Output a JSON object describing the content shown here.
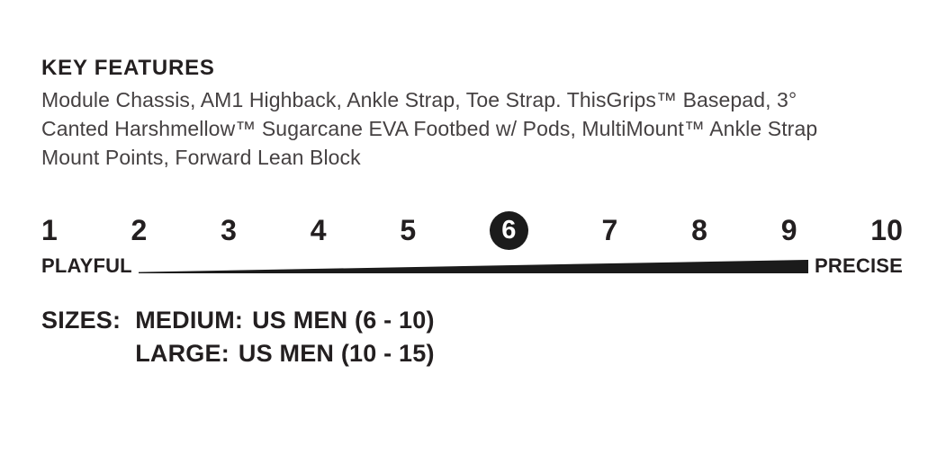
{
  "key_features": {
    "heading": "KEY FEATURES",
    "description": "Module Chassis, AM1 Highback, Ankle Strap, Toe Strap. ThisGrips™ Basepad, 3° Canted Harshmellow™ Sugarcane EVA Footbed w/ Pods, MultiMount™ Ankle Strap Mount Points, Forward Lean Block"
  },
  "flex_scale": {
    "min": 1,
    "max": 10,
    "selected": 6,
    "numbers": [
      "1",
      "2",
      "3",
      "4",
      "5",
      "6",
      "7",
      "8",
      "9",
      "10"
    ],
    "left_label": "PLAYFUL",
    "right_label": "PRECISE"
  },
  "sizes": {
    "label": "SIZES:",
    "options": [
      {
        "name": "MEDIUM:",
        "range": "US MEN (6 - 10)"
      },
      {
        "name": "LARGE:",
        "range": "US MEN (10 - 15)"
      }
    ]
  },
  "colors": {
    "heading_text": "#231f20",
    "body_text": "#454142",
    "marker_fill": "#1b1b1b",
    "wedge_fill": "#1b1b1b",
    "background": "#ffffff"
  }
}
